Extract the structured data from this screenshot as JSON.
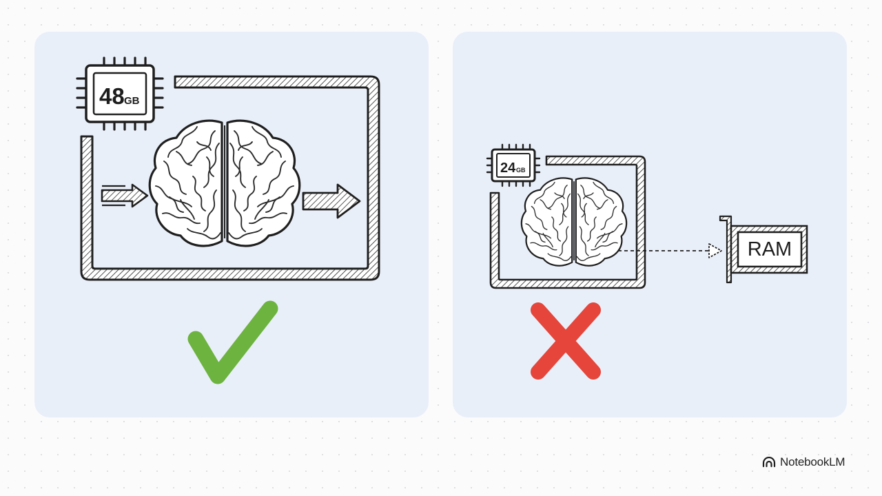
{
  "left_panel": {
    "chip_value": "48",
    "chip_unit": "GB",
    "status": "check",
    "status_color": "#6db33f"
  },
  "right_panel": {
    "chip_value": "24",
    "chip_unit": "GB",
    "memory_label": "RAM",
    "status": "cross",
    "status_color": "#e5453a"
  },
  "brand": {
    "name": "NotebookLM",
    "icon": "notebooklm-logo-icon"
  }
}
